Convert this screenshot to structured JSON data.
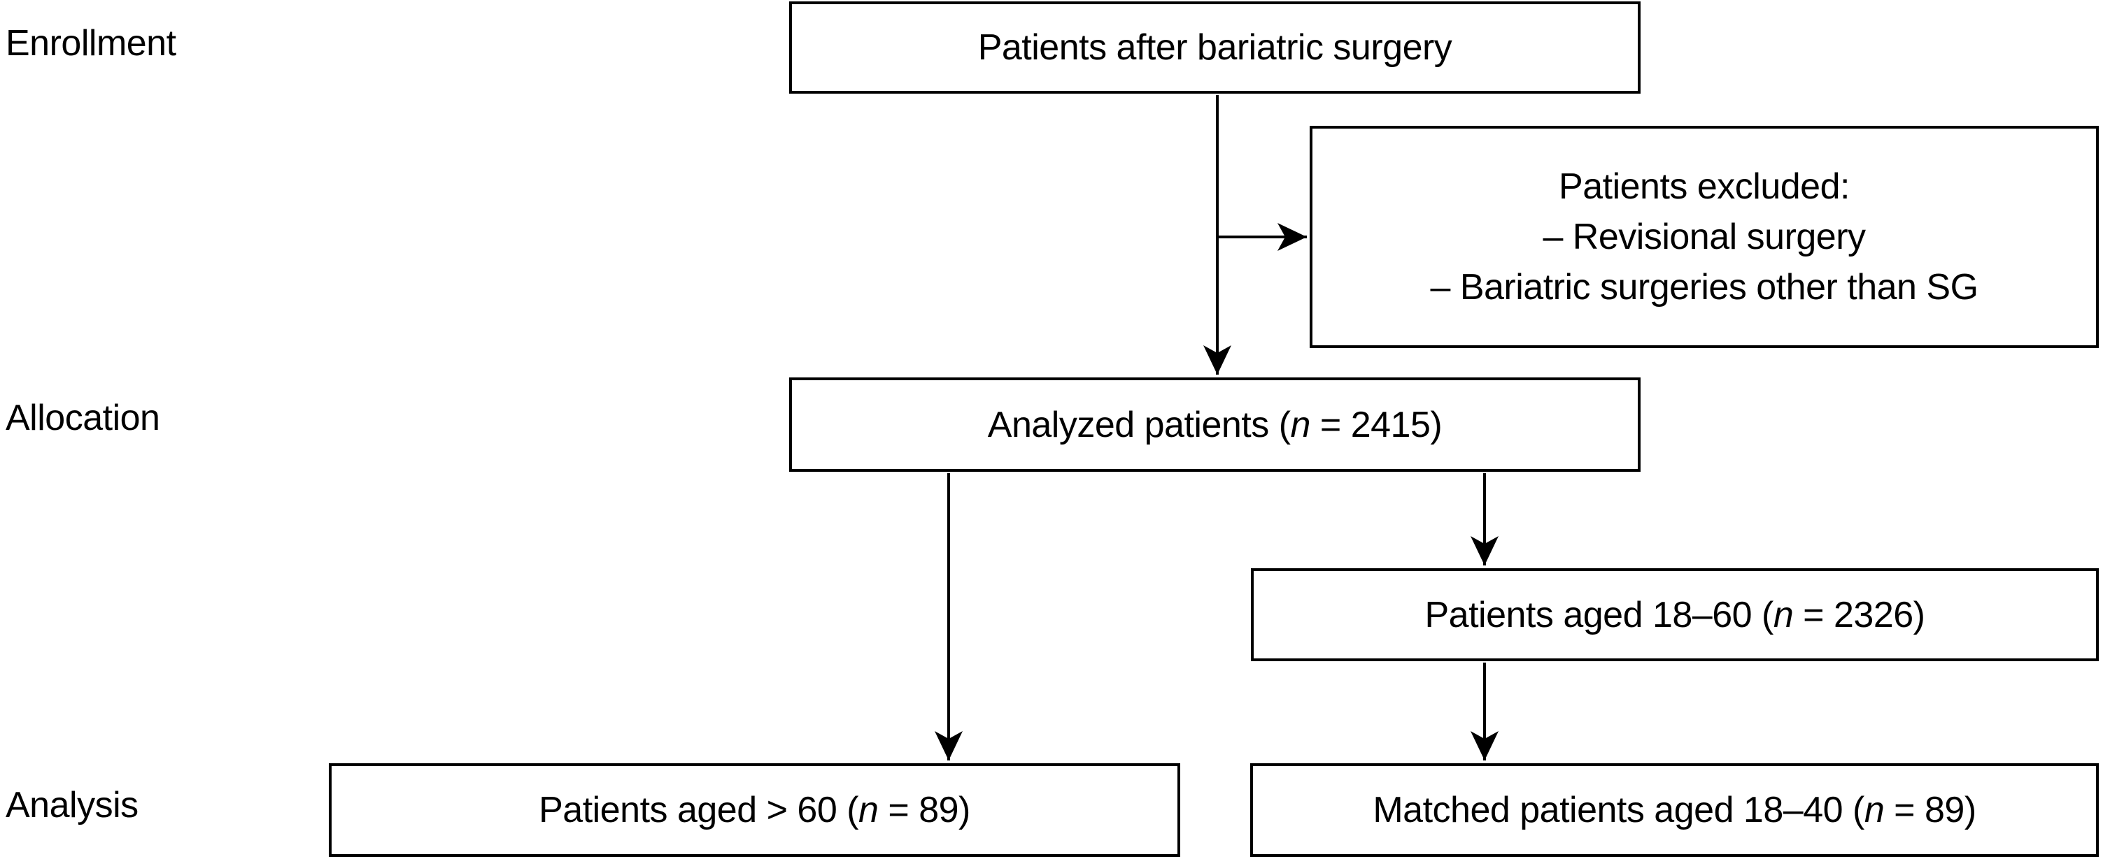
{
  "figure": {
    "type": "patient-flow-diagram",
    "colors": {
      "background": "#ffffff",
      "line": "#000000",
      "text": "#000000"
    },
    "stage_labels": {
      "enrollment": "Enrollment",
      "allocation": "Allocation",
      "analysis": "Analysis"
    },
    "boxes": {
      "enrollment_box": {
        "text": "Patients after bariatric surgery"
      },
      "excluded_box": {
        "title": "Patients excluded:",
        "items": [
          "– Revisional surgery",
          "– Bariatric surgeries other than SG"
        ]
      },
      "analyzed_box": {
        "prefix": "Analyzed patients (",
        "n": "n",
        "suffix": " = 2415)"
      },
      "aged_18_60_box": {
        "prefix": "Patients aged 18–60 (",
        "n": "n",
        "suffix": " = 2326)"
      },
      "aged_over_60_box": {
        "prefix": "Patients aged > 60 (",
        "n": "n",
        "suffix": " = 89)"
      },
      "matched_box": {
        "prefix": "Matched patients aged 18–40 (",
        "n": "n",
        "suffix": " = 89)"
      }
    }
  }
}
